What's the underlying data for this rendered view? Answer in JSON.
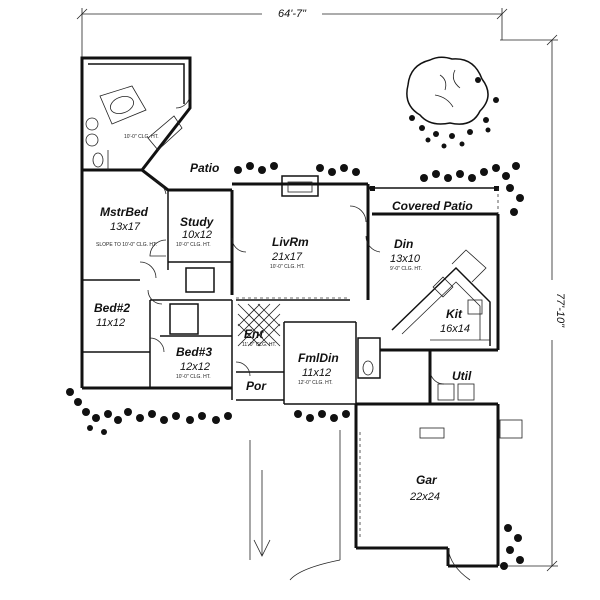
{
  "dimensions": {
    "width_label": "64'-7\"",
    "depth_label": "77'-10\""
  },
  "rooms": {
    "patio": {
      "label": "Patio"
    },
    "covered_patio": {
      "label": "Covered Patio"
    },
    "mstr_bed": {
      "label": "MstrBed",
      "size": "13x17",
      "note": "SLOPE TO 10'-0\" CLG. HT."
    },
    "mstr_bath": {
      "note": "10'-0\" CLG. HT."
    },
    "study": {
      "label": "Study",
      "size": "10x12",
      "note": "10'-0\" CLG. HT."
    },
    "liv_rm": {
      "label": "LivRm",
      "size": "21x17",
      "note": "10'-0\" CLG. HT."
    },
    "din": {
      "label": "Din",
      "size": "13x10",
      "note": "9'-0\" CLG. HT."
    },
    "kit": {
      "label": "Kit",
      "size": "16x14"
    },
    "bed2": {
      "label": "Bed#2",
      "size": "11x12"
    },
    "bed3": {
      "label": "Bed#3",
      "size": "12x12",
      "note": "10'-0\" CLG. HT."
    },
    "ent": {
      "label": "Ent",
      "note": "11'-0\" CLG. HT."
    },
    "fml_din": {
      "label": "FmlDin",
      "size": "11x12",
      "note": "12'-0\" CLG. HT."
    },
    "por": {
      "label": "Por"
    },
    "util": {
      "label": "Util"
    },
    "gar": {
      "label": "Gar",
      "size": "22x24"
    }
  }
}
